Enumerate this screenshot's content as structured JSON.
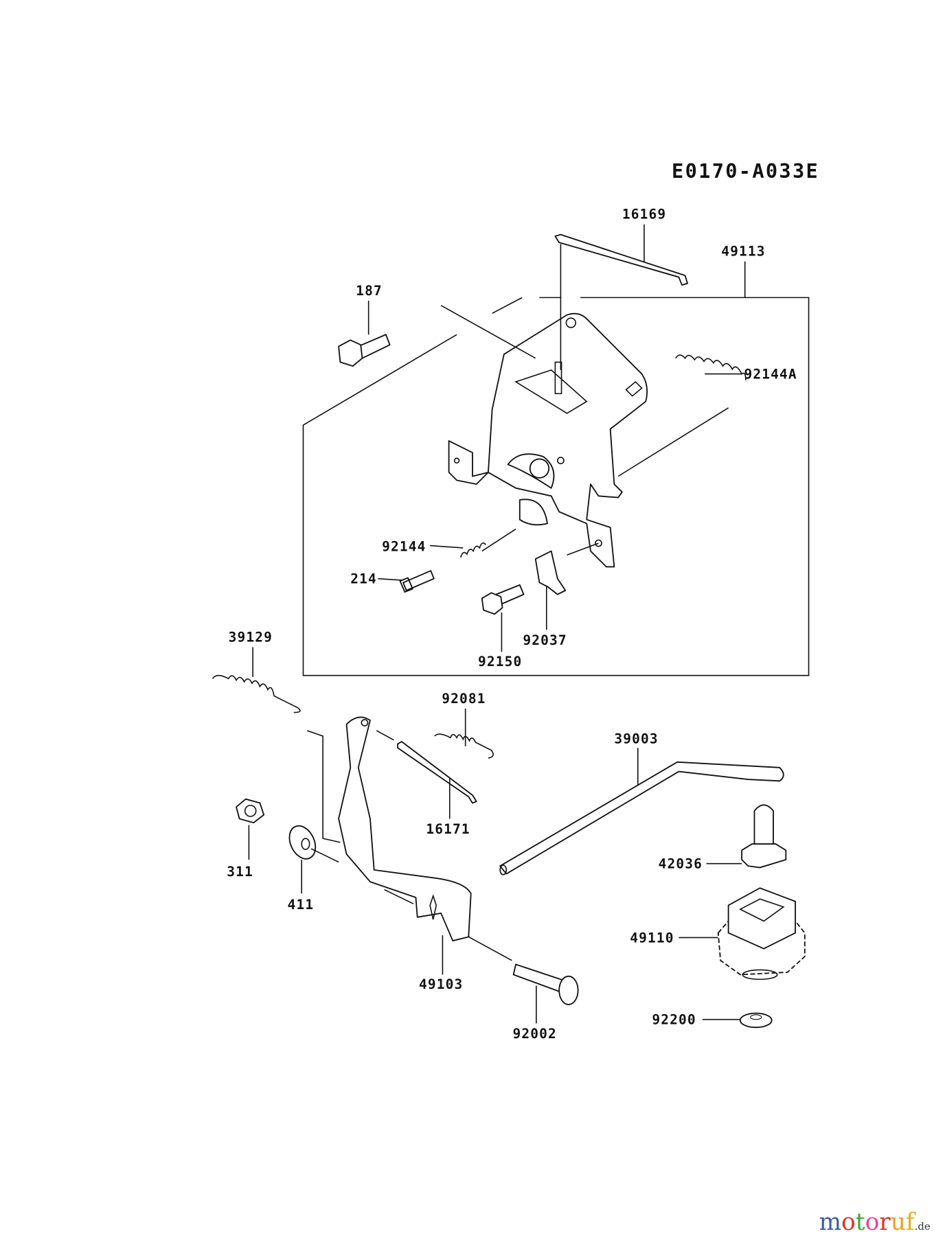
{
  "diagram_code": "E0170-A033E",
  "parts": {
    "p16169": "16169",
    "p49113": "49113",
    "p187": "187",
    "p92144A": "92144A",
    "p92144": "92144",
    "p214": "214",
    "p92150": "92150",
    "p92037": "92037",
    "p39129": "39129",
    "p92081": "92081",
    "p39003": "39003",
    "p16171": "16171",
    "p311": "311",
    "p411": "411",
    "p42036": "42036",
    "p49110": "49110",
    "p49103": "49103",
    "p92002": "92002",
    "p92200": "92200"
  },
  "watermark": {
    "brand": "motoruf",
    "tld": ".de",
    "colors": [
      "#3b5ba9",
      "#d9342b",
      "#3aa53a",
      "#e5469a",
      "#f0a020",
      "#d9342b",
      "#e0b020"
    ]
  }
}
